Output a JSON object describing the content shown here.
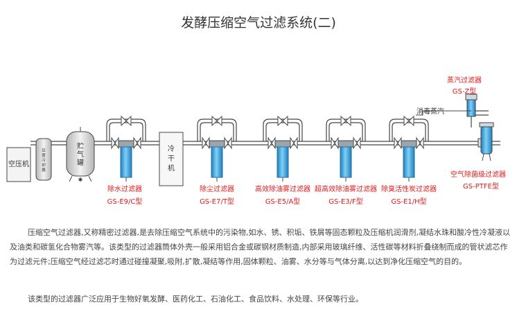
{
  "title": "发酵压缩空气过滤系统(二)",
  "equipment": {
    "compressor": [
      "空压机"
    ],
    "cooler": [
      "后",
      "置",
      "冷",
      "却",
      "器"
    ],
    "tank": [
      "贮",
      "气",
      "罐"
    ],
    "dryer": [
      "冷",
      "干",
      "机"
    ]
  },
  "filters": [
    {
      "name": "除水过滤器",
      "model": "GS-E9/C型"
    },
    {
      "name": "除尘过滤器",
      "model": "GS-E7/T型"
    },
    {
      "name": "高效除油雾过滤器",
      "model": "GS-E5/A型"
    },
    {
      "name": "超高效除油雾过滤器",
      "model": "GS-E3/F型"
    },
    {
      "name": "除臭活性炭过滤器",
      "model": "GS-E1/H型"
    }
  ],
  "steam_filter": {
    "name": "蒸汽过滤器",
    "model": "GS-Z型"
  },
  "disinfect_label": "消毒蒸汽",
  "sterile_filter": {
    "name": "空气除菌级过滤器",
    "model": "GS-PTFE型"
  },
  "colors": {
    "accent": "#e21a1a",
    "filter": "#3aa0d8"
  },
  "paragraphs": [
    "压缩空气过滤器,又称精密过滤器,是去除压缩空气系统中的污染物,如水、锈、积垢、铁屑等固态颗粒及压缩机润滑剂,凝结水珠和酸冷性冷凝液以及油类和碳氢化合物雾汽等。该类型的过滤器筒体外壳一般采用铝合金或碳钢材质制造,内部采用玻璃纤维、活性碳等材料折叠绕制而成的管状滤芯作为过滤元件;压缩空气经过滤芯时通过碰撞凝聚,吸附,扩散,凝结等作用,固体颗粒、油雾、水分等与气体分离,以达到净化压缩空气的目的。",
    "该类型的过滤器广泛应用于生物好氧发酵、医药化工、石油化工、食品饮料、水处理、环保等行业。"
  ]
}
